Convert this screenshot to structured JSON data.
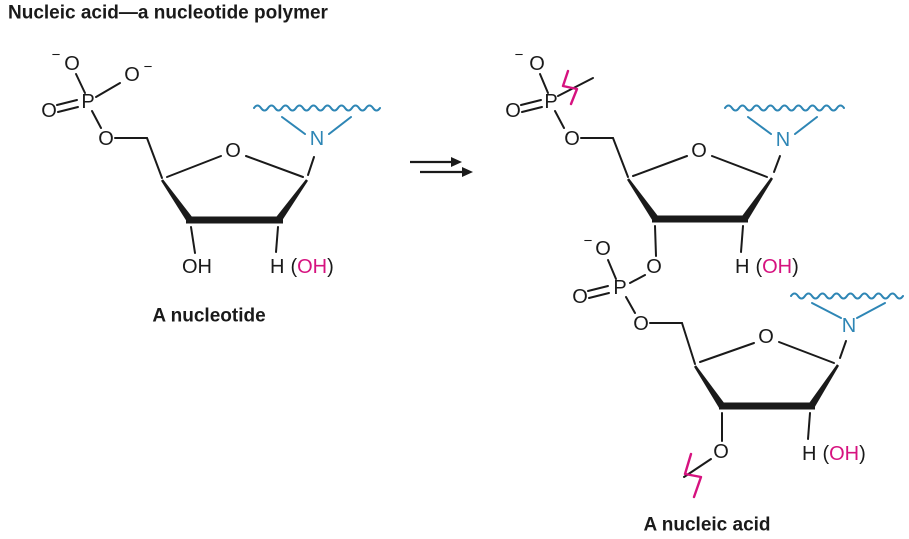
{
  "figure": {
    "title": "Nucleic acid—a nucleotide polymer",
    "caption_left": "A nucleotide",
    "caption_right": "A nucleic acid"
  },
  "atoms": {
    "oxygen": "O",
    "phosphorus": "P",
    "nitrogen": "N",
    "hydrogen": "H",
    "hydroxyl": "OH",
    "negative_charge": "−",
    "paren_open": "(",
    "paren_close": ")"
  },
  "colors": {
    "structure": "#1a1a1a",
    "base_blue": "#2e86b5",
    "highlight_pink": "#d6127f"
  }
}
